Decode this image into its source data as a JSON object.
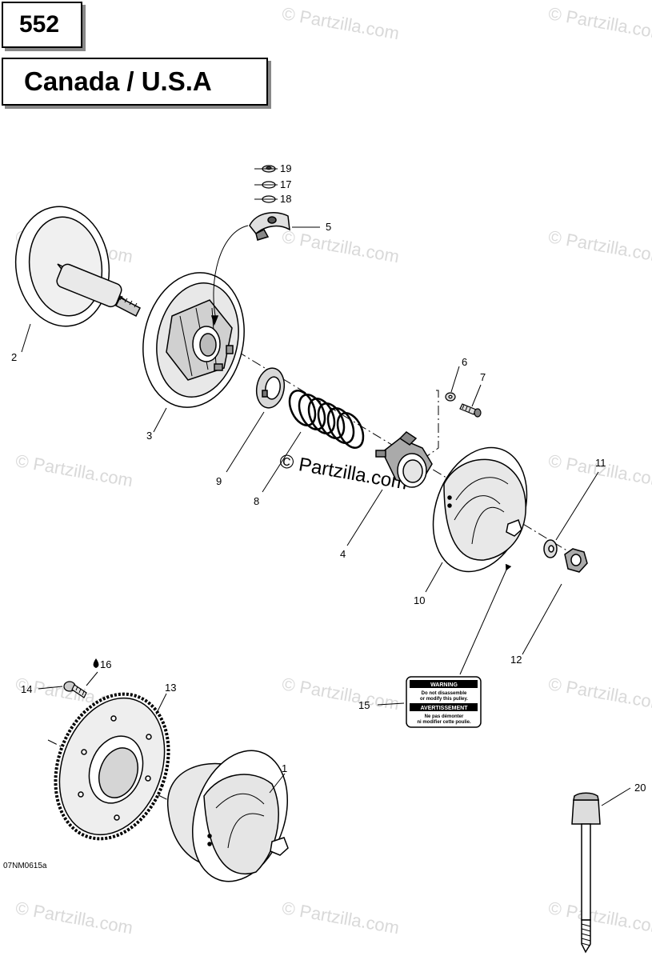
{
  "header": {
    "page_number": "552",
    "region": "Canada / U.S.A"
  },
  "watermark": {
    "text": "© Partzilla.com"
  },
  "figure_code": "07NM0615a",
  "parts": [
    {
      "number": "1",
      "icon": "pulley-half-icon"
    },
    {
      "number": "2",
      "icon": "shaft-sheave-icon"
    },
    {
      "number": "3",
      "icon": "sliding-sheave-icon"
    },
    {
      "number": "4",
      "icon": "cam-icon"
    },
    {
      "number": "5",
      "icon": "slider-shoe-icon"
    },
    {
      "number": "6",
      "icon": "washer-icon"
    },
    {
      "number": "7",
      "icon": "screw-icon"
    },
    {
      "number": "8",
      "icon": "spring-icon"
    },
    {
      "number": "9",
      "icon": "spring-seat-icon"
    },
    {
      "number": "10",
      "icon": "fixed-sheave-icon"
    },
    {
      "number": "11",
      "icon": "washer-icon"
    },
    {
      "number": "12",
      "icon": "nut-icon"
    },
    {
      "number": "13",
      "icon": "ring-gear-icon"
    },
    {
      "number": "14",
      "icon": "screw-icon"
    },
    {
      "number": "15",
      "icon": "warning-label-icon"
    },
    {
      "number": "16",
      "icon": "oil-drop-icon"
    },
    {
      "number": "17",
      "icon": "o-ring-icon"
    },
    {
      "number": "18",
      "icon": "o-ring-icon"
    },
    {
      "number": "19",
      "icon": "button-icon"
    },
    {
      "number": "20",
      "icon": "puller-bolt-icon"
    }
  ],
  "warning_label": {
    "line1": "WARNING",
    "line2": "Do not disassemble",
    "line3": "or modify this pulley.",
    "line4": "AVERTISSEMENT",
    "line5": "Ne pas démonter",
    "line6": "ni modifier cette poulie."
  }
}
